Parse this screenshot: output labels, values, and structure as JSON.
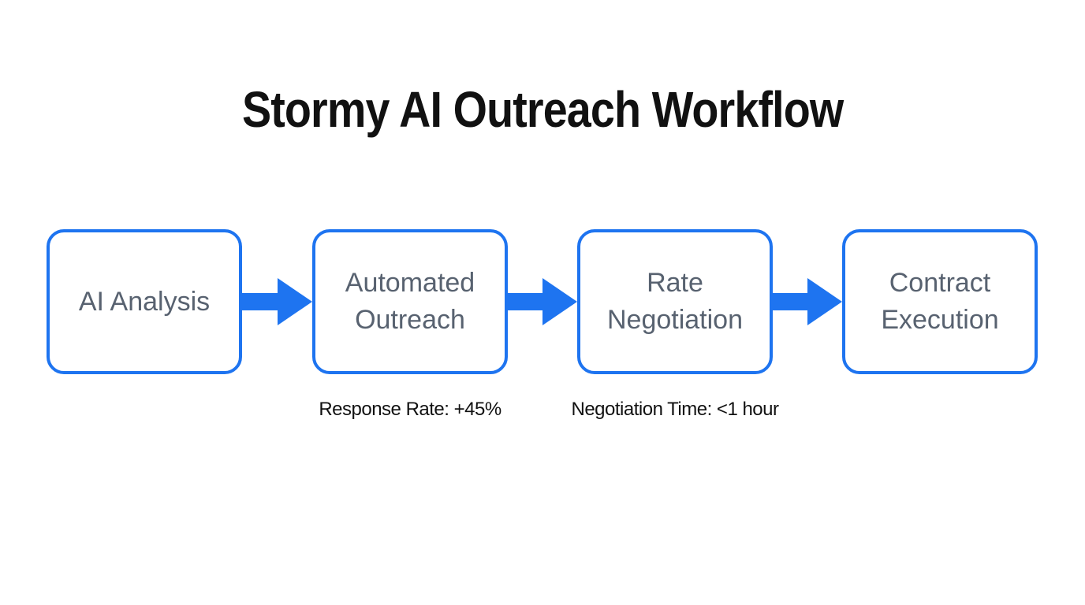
{
  "title": {
    "text": "Stormy AI Outreach Workflow"
  },
  "workflow": {
    "steps": [
      {
        "label": "AI Analysis"
      },
      {
        "label": "Automated Outreach",
        "metric": "Response Rate: +45%"
      },
      {
        "label": "Rate Negotiation",
        "metric": "Negotiation Time: <1 hour"
      },
      {
        "label": "Contract Execution"
      }
    ],
    "arrow_icon": "arrow-right"
  },
  "colors": {
    "background": "#ffffff",
    "accent": "#1e74f0",
    "label_text": "#586270",
    "title_text": "#111111",
    "metric_text": "#111111"
  }
}
